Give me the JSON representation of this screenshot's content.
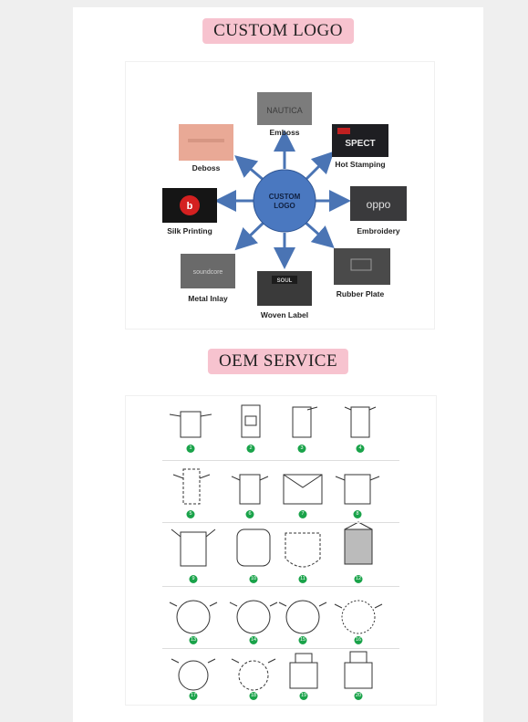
{
  "custom_logo": {
    "title": "CUSTOM LOGO",
    "center": [
      "CUSTOM",
      "LOGO"
    ],
    "methods": [
      {
        "label": "Emboss",
        "thumb_text": "NAUTICA"
      },
      {
        "label": "Hot Stamping",
        "thumb_text": "SPECT"
      },
      {
        "label": "Embroidery",
        "thumb_text": "oppo"
      },
      {
        "label": "Rubber Plate",
        "thumb_text": ""
      },
      {
        "label": "Woven Label",
        "thumb_text": "SOUL"
      },
      {
        "label": "Metal Inlay",
        "thumb_text": "soundcore"
      },
      {
        "label": "Silk Printing",
        "thumb_text": ""
      },
      {
        "label": "Deboss",
        "thumb_text": ""
      }
    ]
  },
  "oem": {
    "title": "OEM SERVICE",
    "numbers": [
      "1",
      "2",
      "3",
      "4",
      "5",
      "6",
      "7",
      "8",
      "9",
      "10",
      "11",
      "12",
      "13",
      "14",
      "15",
      "16",
      "17",
      "18",
      "19",
      "20"
    ]
  },
  "colors": {
    "banner": "#f7c3cf",
    "arrow": "#4a74b4",
    "center": "#4a78c0",
    "badge": "#1aa34a"
  }
}
